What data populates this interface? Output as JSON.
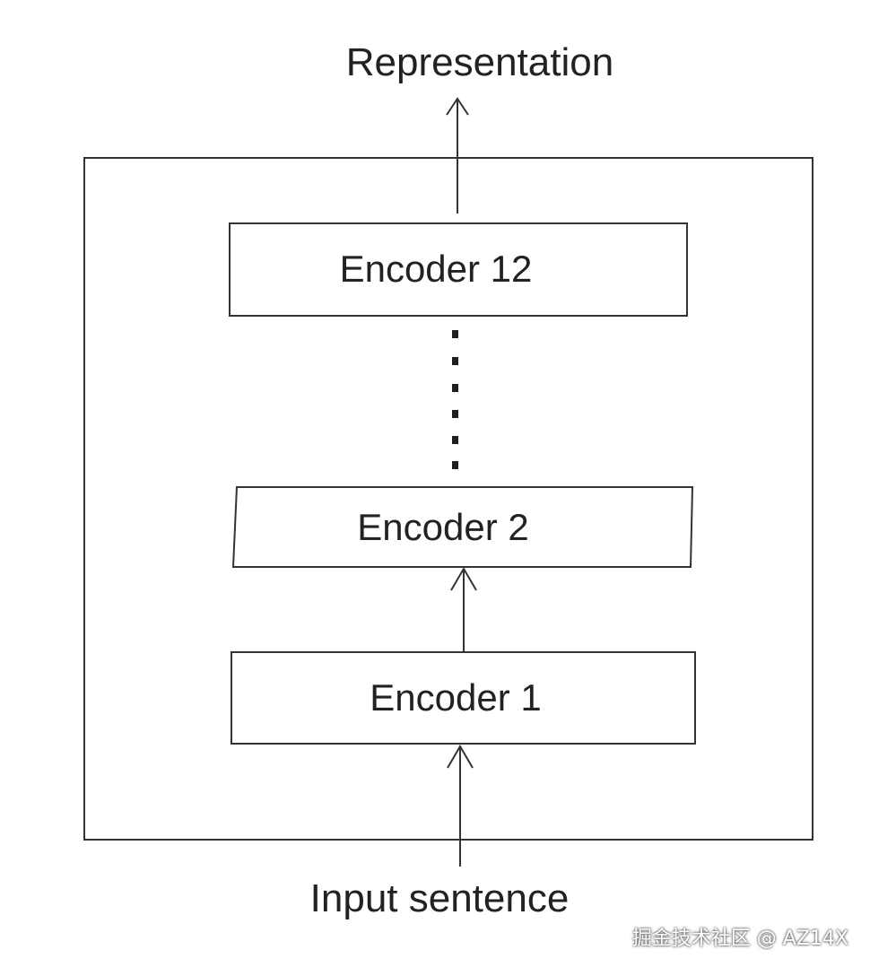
{
  "diagram": {
    "output_label": "Representation",
    "input_label": "Input sentence",
    "encoders": [
      {
        "label": "Encoder 12"
      },
      {
        "label": "Encoder 2"
      },
      {
        "label": "Encoder 1"
      }
    ],
    "ellipsis": "dots"
  },
  "watermark": "掘金技术社区 @ AZ14X",
  "colors": {
    "line": "#333333",
    "text": "#222222",
    "background": "#ffffff"
  }
}
